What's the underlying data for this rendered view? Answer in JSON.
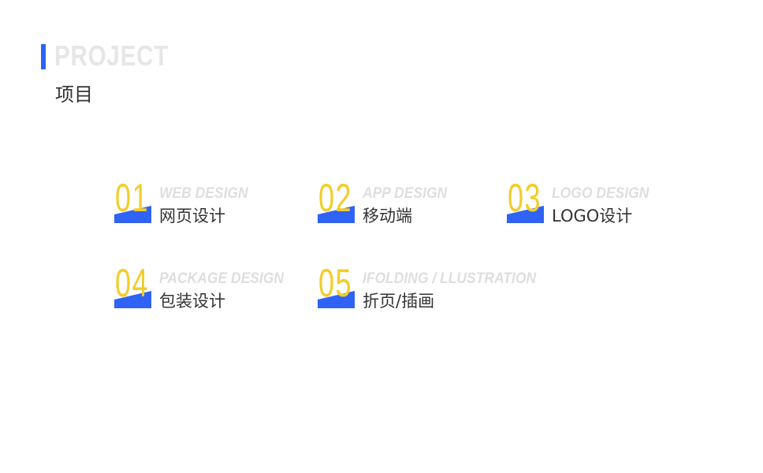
{
  "header": {
    "title": "PROJECT",
    "subtitle": "项目"
  },
  "colors": {
    "accent": "#2f62f5",
    "number": "#f2cd2a",
    "english": "#dedede",
    "text": "#333333"
  },
  "items": [
    {
      "number": "01",
      "english": "WEB DESIGN",
      "chinese": "网页设计"
    },
    {
      "number": "02",
      "english": "APP DESIGN",
      "chinese": "移动端"
    },
    {
      "number": "03",
      "english": "LOGO DESIGN",
      "chinese": "LOGO设计"
    },
    {
      "number": "04",
      "english": "PACKAGE DESIGN",
      "chinese": "包装设计"
    },
    {
      "number": "05",
      "english": "IFOLDING / LLUSTRATION",
      "chinese": "折页/插画"
    }
  ]
}
